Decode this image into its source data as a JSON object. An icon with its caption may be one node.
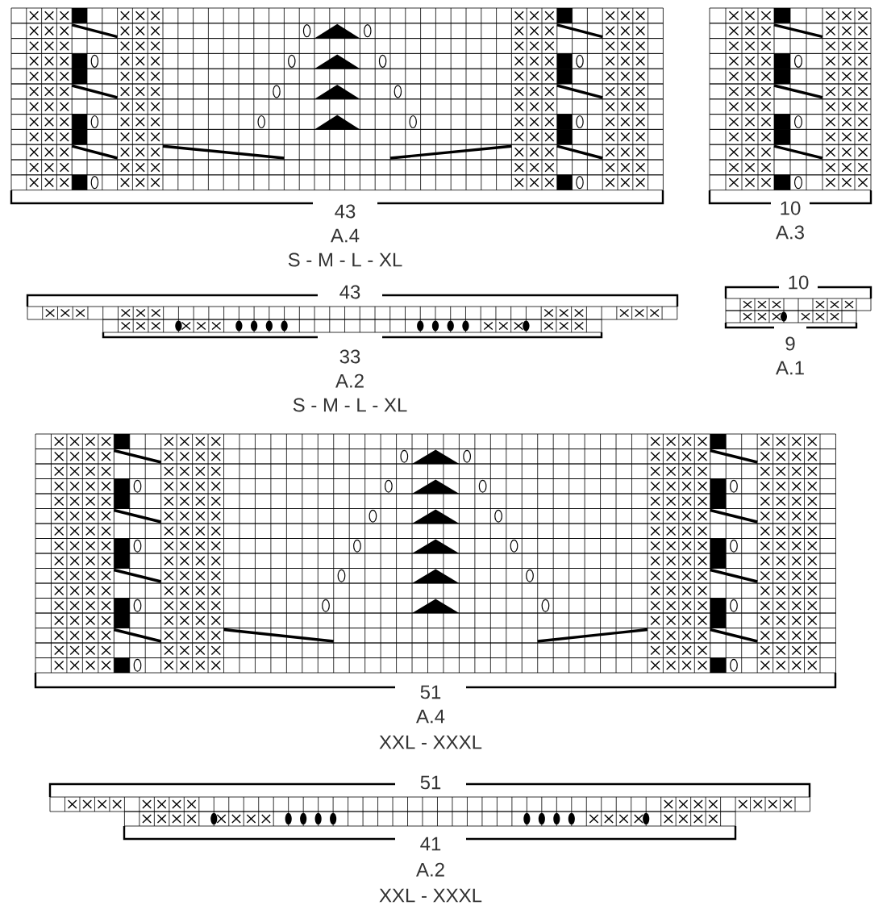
{
  "diagram": {
    "labels": [
      "43",
      "A.4",
      "S - M - L - XL",
      "10",
      "A.3",
      "10",
      "43",
      "33",
      "9",
      "A.1",
      "A.2",
      "S - M - L - XL",
      "51",
      "A.4",
      "XXL - XXXL",
      "51",
      "41",
      "A.2",
      "XXL - XXXL"
    ]
  }
}
